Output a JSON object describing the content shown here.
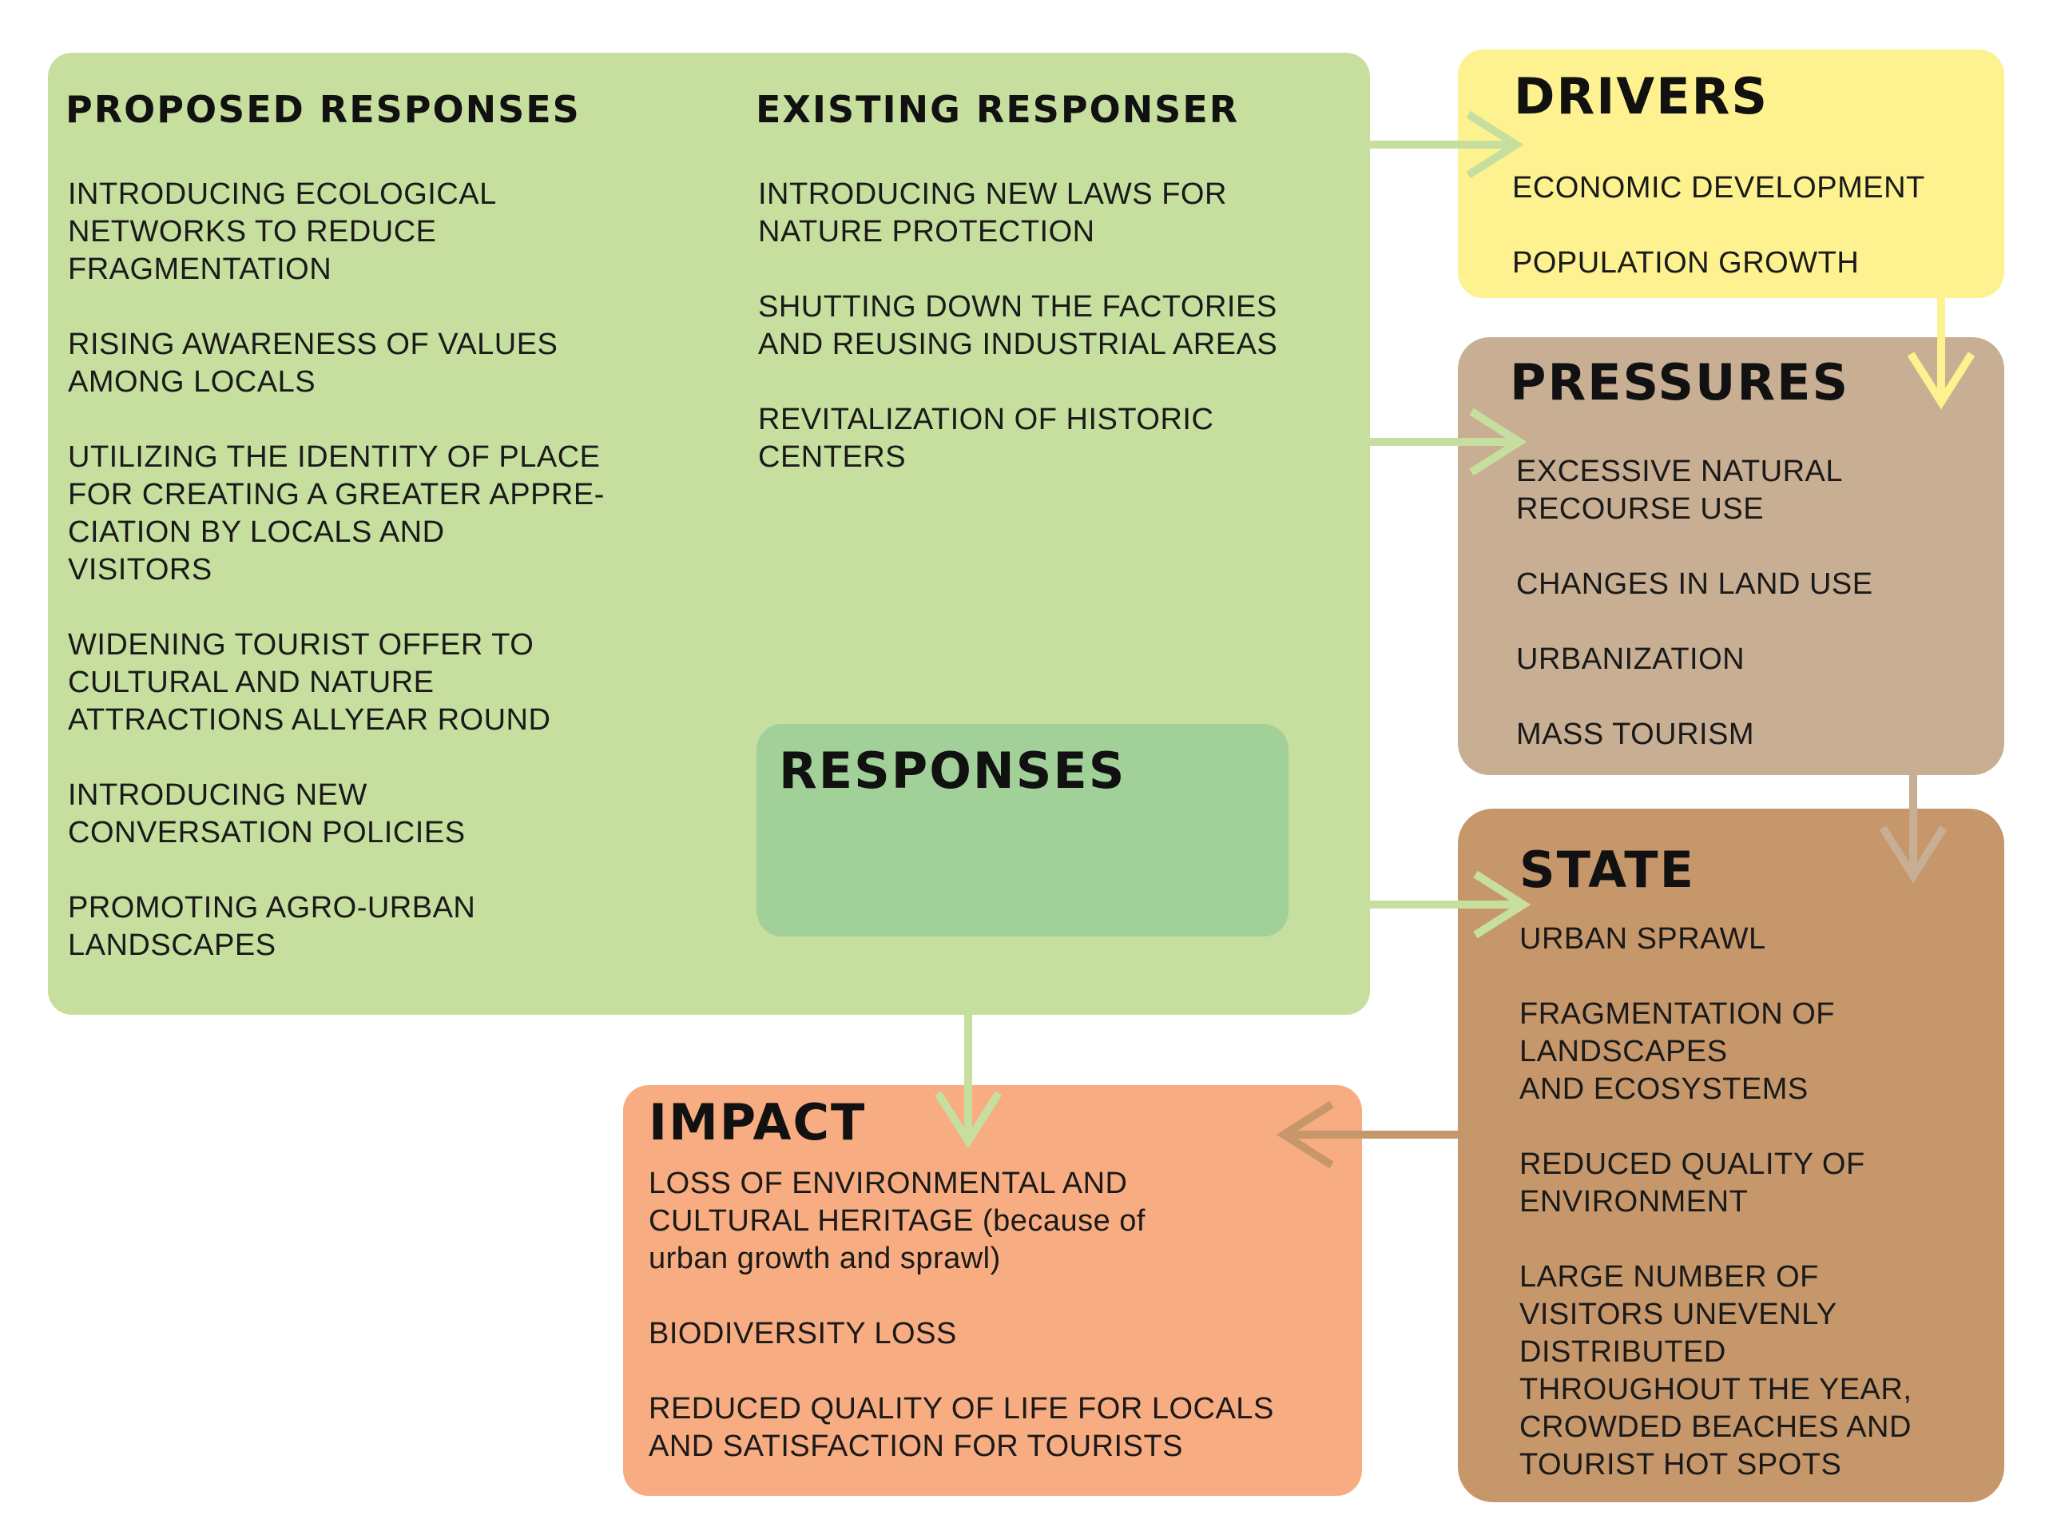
{
  "colors": {
    "responses": "#c6df9f",
    "responses_label": "#a1d098",
    "drivers": "#fdf28f",
    "pressures": "#c8ae93",
    "state": "#c6976a",
    "impact": "#f8ac81",
    "arrow_responses": "#c6df9f",
    "arrow_drivers": "#fdf28f",
    "arrow_pressures": "#c8ae93",
    "arrow_state": "#c6976a"
  },
  "responses": {
    "label": "RESPONSES",
    "proposed": {
      "heading": "PROPOSED RESPONSES",
      "items": [
        "INTRODUCING ECOLOGICAL\nNETWORKS TO REDUCE\nFRAGMENTATION",
        "RISING AWARENESS OF VALUES\nAMONG LOCALS",
        "UTILIZING THE IDENTITY OF PLACE\nFOR CREATING A GREATER APPRE-\nCIATION BY LOCALS AND\nVISITORS",
        "WIDENING TOURIST OFFER  TO\nCULTURAL AND NATURE\nATTRACTIONS ALLYEAR ROUND",
        "INTRODUCING NEW\nCONVERSATION POLICIES",
        "PROMOTING AGRO-URBAN\nLANDSCAPES"
      ]
    },
    "existing": {
      "heading": "EXISTING RESPONSER",
      "items": [
        "INTRODUCING NEW LAWS FOR\nNATURE PROTECTION",
        "SHUTTING DOWN THE FACTORIES\nAND REUSING INDUSTRIAL AREAS",
        "REVITALIZATION OF HISTORIC\nCENTERS"
      ]
    }
  },
  "drivers": {
    "heading": "DRIVERS",
    "items": [
      "ECONOMIC DEVELOPMENT",
      "POPULATION GROWTH"
    ]
  },
  "pressures": {
    "heading": "PRESSURES",
    "items": [
      "EXCESSIVE NATURAL\nRECOURSE USE",
      "CHANGES IN LAND USE",
      "URBANIZATION",
      "MASS TOURISM"
    ]
  },
  "state": {
    "heading": "STATE",
    "items": [
      "URBAN SPRAWL",
      "FRAGMENTATION OF\nLANDSCAPES\nAND ECOSYSTEMS",
      "REDUCED QUALITY OF\nENVIRONMENT",
      "LARGE NUMBER OF\nVISITORS UNEVENLY\nDISTRIBUTED\nTHROUGHOUT  THE YEAR,\nCROWDED BEACHES AND\nTOURIST HOT SPOTS"
    ]
  },
  "impact": {
    "heading": "IMPACT",
    "items": [
      "LOSS OF ENVIRONMENTAL AND\nCULTURAL HERITAGE (because of\nurban growth and sprawl)",
      "BIODIVERSITY LOSS",
      "REDUCED QUALITY OF LIFE FOR LOCALS\nAND SATISFACTION FOR TOURISTS"
    ]
  }
}
